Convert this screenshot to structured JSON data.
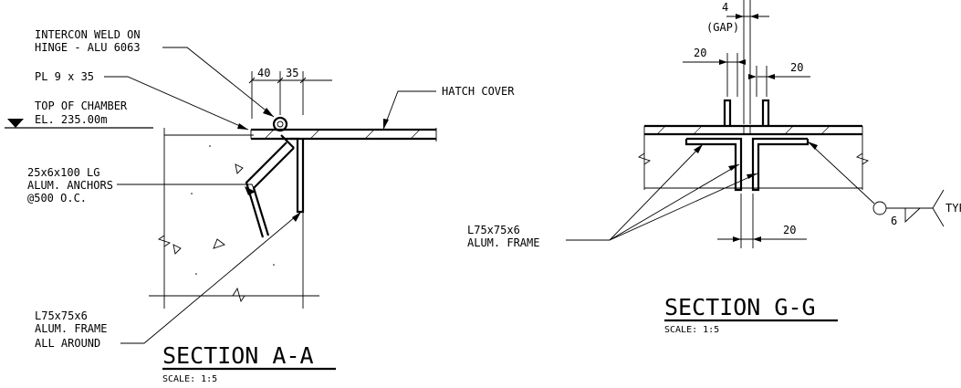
{
  "section_a": {
    "title": "SECTION A-A",
    "scale": "SCALE: 1:5",
    "labels": {
      "weld_1": "INTERCON WELD ON",
      "weld_2": "HINGE - ALU 6063",
      "plate": "PL 9 x 35",
      "chamber_1": "TOP OF CHAMBER",
      "chamber_2": "EL. 235.00m",
      "anchor_1": "25x6x100 LG",
      "anchor_2": "ALUM. ANCHORS",
      "anchor_3": "@500 O.C.",
      "frame_1": "L75x75x6",
      "frame_2": "ALUM. FRAME",
      "frame_3": "ALL AROUND",
      "hatch_cover": "HATCH COVER"
    },
    "dims": {
      "d1": "40",
      "d2": "35"
    }
  },
  "section_g": {
    "title": "SECTION G-G",
    "scale": "SCALE: 1:5",
    "labels": {
      "frame_1": "L75x75x6",
      "frame_2": "ALUM. FRAME",
      "weld_size": "6",
      "weld_note": "TYP"
    },
    "dims": {
      "gap": "4",
      "gap_label": "(GAP)",
      "left": "20",
      "right": "20",
      "bottom": "20"
    }
  }
}
